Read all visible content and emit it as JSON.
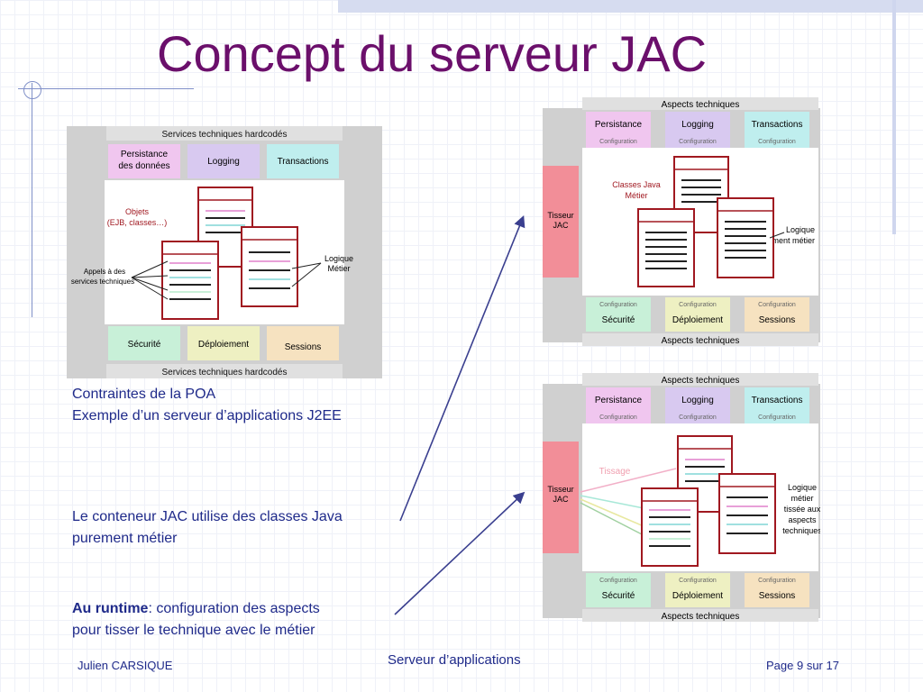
{
  "slide": {
    "title": "Concept du serveur JAC",
    "footer_author": "Julien CARSIQUE",
    "footer_center": "Serveur d’applications",
    "footer_page": "Page 9 sur 17"
  },
  "captions": {
    "poa_line1": "Contraintes de la POA",
    "poa_line2": "Exemple d’un serveur d’applications J2EE",
    "jac_line1": "Le conteneur JAC utilise des classes Java",
    "jac_line2": "purement métier",
    "runtime_bold": "Au runtime",
    "runtime_rest": ": configuration des aspects",
    "runtime_line2": "pour tisser le technique avec le métier"
  },
  "diagram1": {
    "top_label": "Services techniques hardcodés",
    "bottom_label": "Services techniques hardcodés",
    "persistance": [
      "Persistance",
      "des données"
    ],
    "logging": "Logging",
    "transactions": "Transactions",
    "securite": "Sécurité",
    "deploiement": "Déploiement",
    "sessions": "Sessions",
    "objets": [
      "Objets",
      "(EJB, classes…)"
    ],
    "appels": [
      "Appels à des",
      "services techniques"
    ],
    "logique": [
      "Logique",
      "Métier"
    ]
  },
  "diagram2": {
    "top_label": "Aspects techniques",
    "bottom_label": "Aspects techniques",
    "persistance": "Persistance",
    "logging": "Logging",
    "transactions": "Transactions",
    "config": "Configuration",
    "tisseur": [
      "Tisseur",
      "JAC"
    ],
    "classes": [
      "Classes Java",
      "Métier"
    ],
    "logique": [
      "Logique",
      "purement métier"
    ],
    "securite": "Sécurité",
    "deploiement": "Déploiement",
    "sessions": "Sessions"
  },
  "diagram3": {
    "top_label": "Aspects techniques",
    "bottom_label": "Aspects techniques",
    "persistance": "Persistance",
    "logging": "Logging",
    "transactions": "Transactions",
    "config": "Configuration",
    "tisseur": [
      "Tisseur",
      "JAC"
    ],
    "tissage": "Tissage",
    "logique": [
      "Logique",
      "métier",
      "tissée aux",
      "aspects",
      "techniques"
    ],
    "securite": "Sécurité",
    "deploiement": "Déploiement",
    "sessions": "Sessions"
  },
  "colors": {
    "title": "#6b0f6b",
    "text": "#1f2a8a",
    "persistance": "#f0c6ef",
    "logging": "#d8c9f0",
    "transactions": "#bfeeee",
    "securite": "#c8f0d8",
    "deploiement": "#eef0c2",
    "sessions": "#f6e2c0",
    "tisseur": "#f28e98",
    "frame": "#c8c8c8",
    "doc_border": "#a01820"
  }
}
